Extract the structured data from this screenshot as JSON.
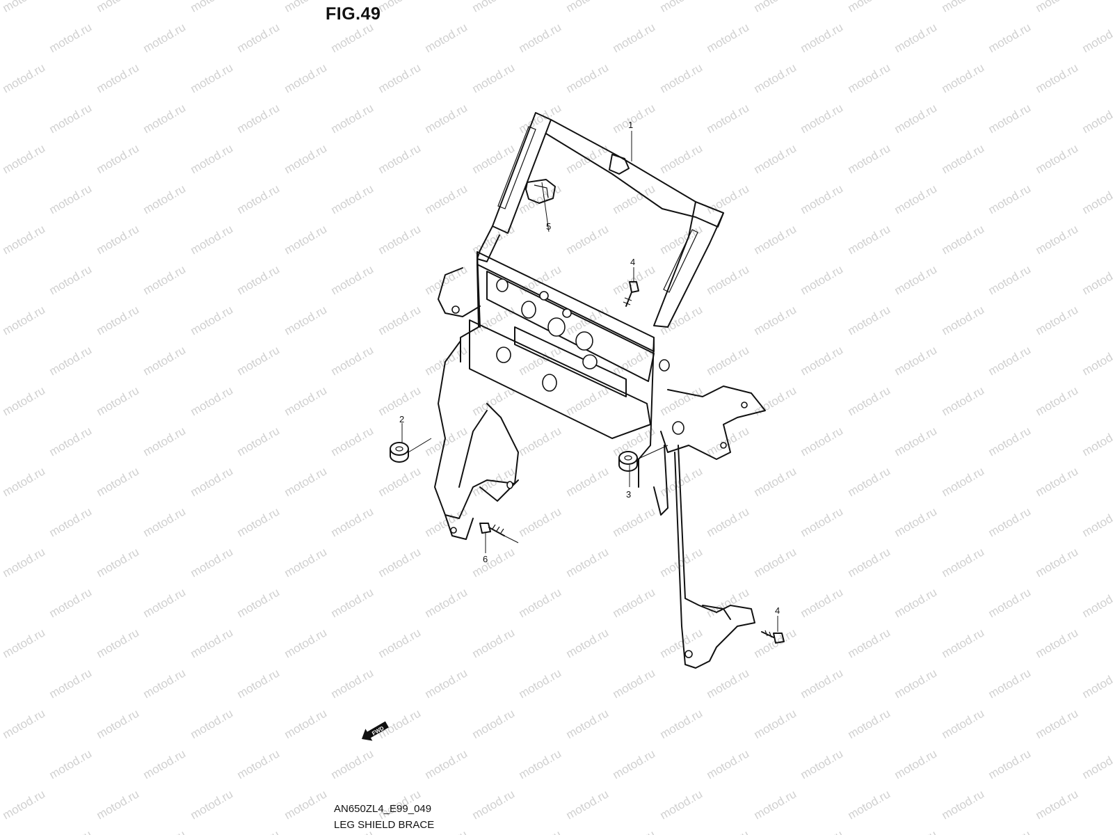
{
  "figure": {
    "title": "FIG.49",
    "code": "AN650ZL4_E99_049",
    "caption": "LEG SHIELD BRACE"
  },
  "watermark": {
    "text": "motod.ru",
    "color": "#d0d0d0"
  },
  "callouts": [
    {
      "id": "1",
      "label": "1"
    },
    {
      "id": "2",
      "label": "2"
    },
    {
      "id": "3",
      "label": "3"
    },
    {
      "id": "4a",
      "label": "4"
    },
    {
      "id": "4b",
      "label": "4"
    },
    {
      "id": "5",
      "label": "5"
    },
    {
      "id": "6",
      "label": "6"
    }
  ],
  "direction_marker": {
    "label": "FWD",
    "icon": "fwd-arrow-icon"
  },
  "colors": {
    "line": "#111111",
    "background": "#ffffff"
  }
}
